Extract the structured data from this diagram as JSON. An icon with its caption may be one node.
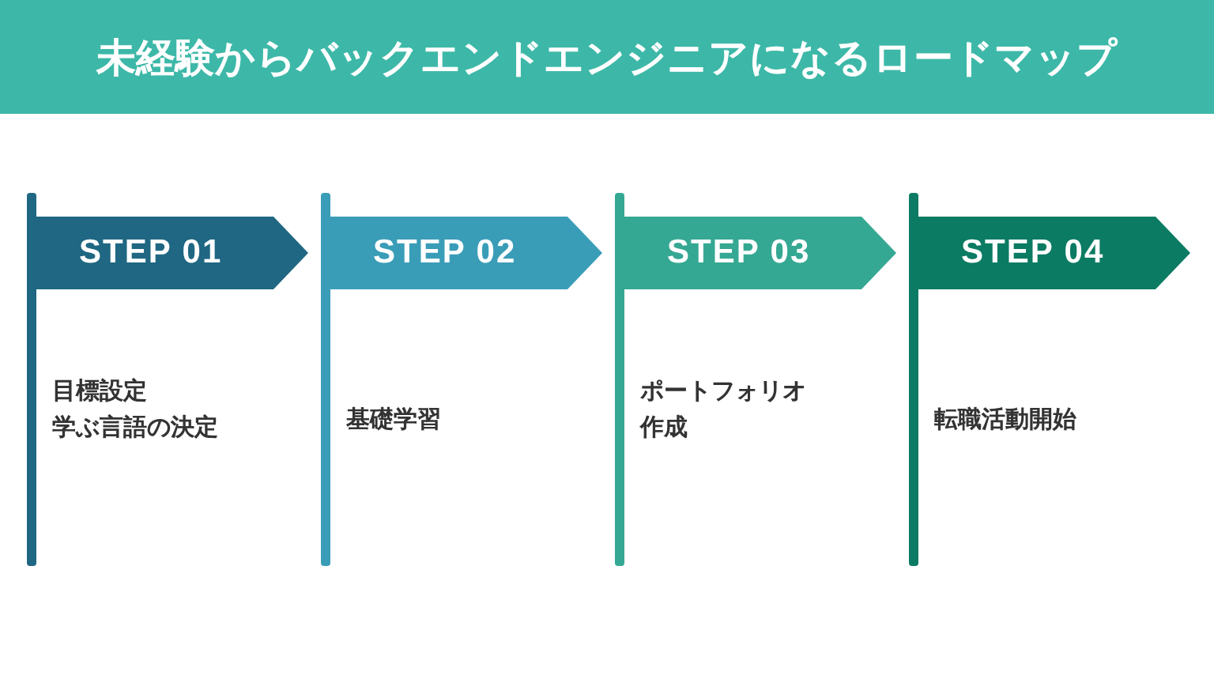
{
  "diagram": {
    "title": "未経験からバックエンドエンジニアになるロードマップ",
    "nodes": [
      {
        "text": [
          "STEP 01",
          "目標設定",
          "学ぶ言語の決定"
        ]
      },
      {
        "text": [
          "STEP 02",
          "基礎学習"
        ]
      },
      {
        "text": [
          "STEP 03",
          "ポートフォリオ作成"
        ]
      },
      {
        "text": [
          "STEP 04",
          "転職活動開始"
        ]
      }
    ]
  }
}
